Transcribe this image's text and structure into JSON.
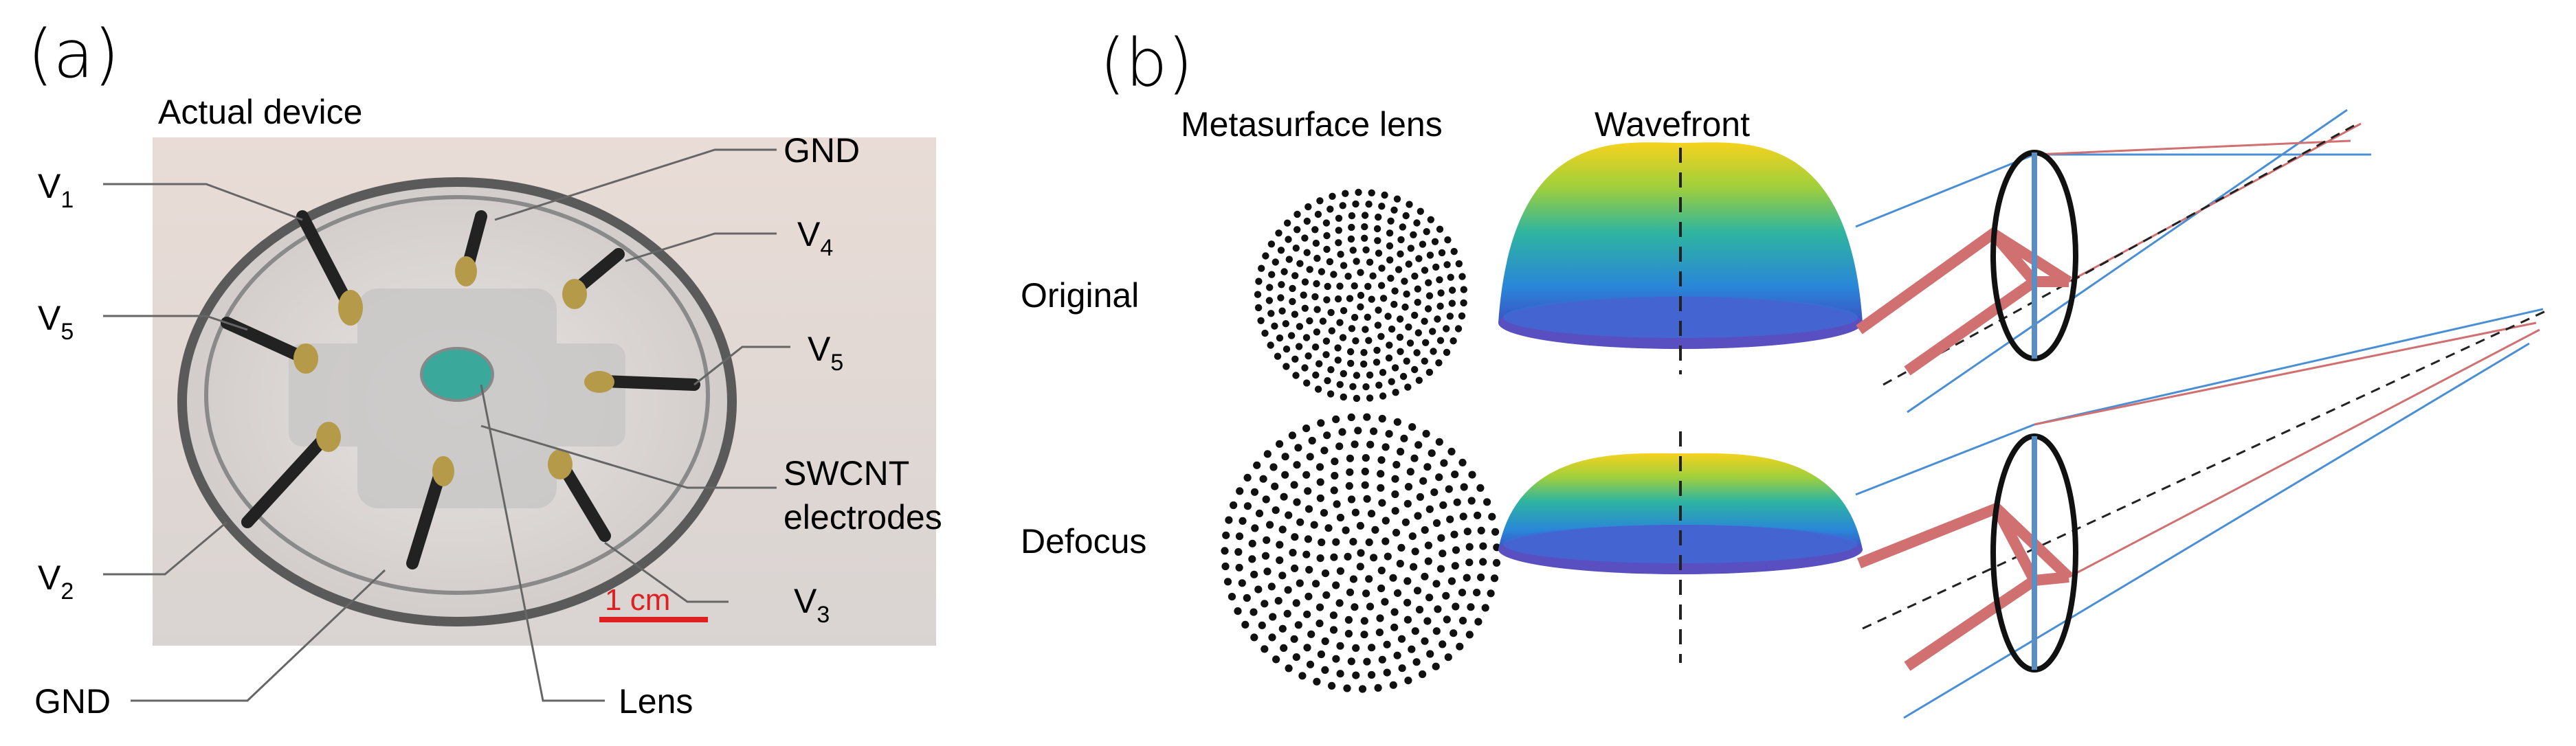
{
  "panel_a": {
    "letter": "(a)",
    "title": "Actual device",
    "labels": {
      "v1": {
        "main": "V",
        "sub": "1"
      },
      "v5_left": {
        "main": "V",
        "sub": "5"
      },
      "v2": {
        "main": "V",
        "sub": "2"
      },
      "gnd_top": "GND",
      "gnd_bottom": "GND",
      "v4": {
        "main": "V",
        "sub": "4"
      },
      "v5_right": {
        "main": "V",
        "sub": "5"
      },
      "swcnt_line1": "SWCNT",
      "swcnt_line2": "electrodes",
      "v3": {
        "main": "V",
        "sub": "3"
      },
      "lens": "Lens"
    },
    "scale_bar": "1 cm"
  },
  "panel_b": {
    "letter": "(b)",
    "col_metasurface": "Metasurface lens",
    "col_wavefront": "Wavefront",
    "row_original": "Original",
    "row_defocus": "Defocus"
  },
  "colors": {
    "ray_red": "#d07070",
    "ray_blue": "#4a8fd6",
    "lens_axis": "#5b8fc4",
    "scale_bar": "#e02020"
  }
}
